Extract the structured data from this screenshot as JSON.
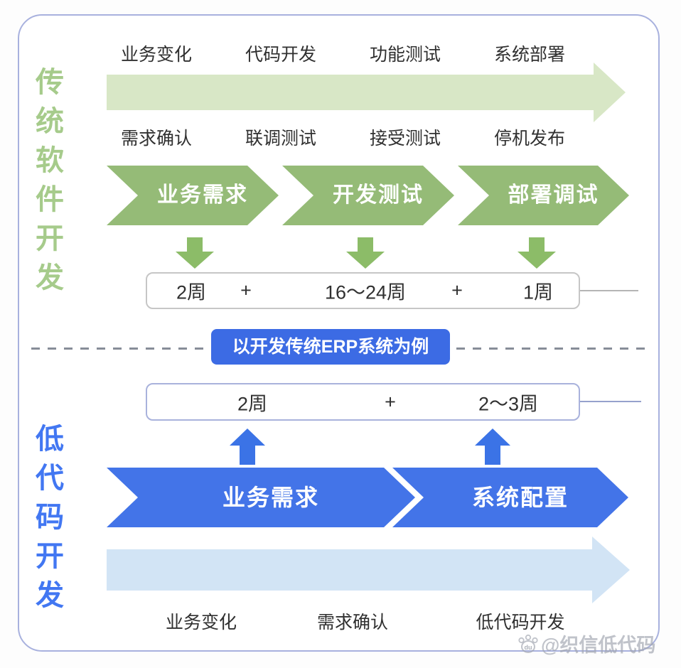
{
  "traditional": {
    "title": "传统软件开发",
    "title_chars": [
      "传",
      "统",
      "软",
      "件",
      "开",
      "发"
    ],
    "top_labels": [
      "业务变化",
      "代码开发",
      "功能测试",
      "系统部署"
    ],
    "mid_labels": [
      "需求确认",
      "联调测试",
      "接受测试",
      "停机发布"
    ],
    "stages": [
      "业务需求",
      "开发测试",
      "部署调试"
    ],
    "durations": [
      "2周",
      "+",
      "16～24周",
      "+",
      "1周"
    ]
  },
  "divider": {
    "badge": "以开发传统ERP系统为例"
  },
  "lowcode": {
    "title": "低代码开发",
    "title_chars": [
      "低",
      "代",
      "码",
      "开",
      "发"
    ],
    "durations": [
      "2周",
      "+",
      "2～3周"
    ],
    "stages": [
      "业务需求",
      "系统配置"
    ],
    "bottom_labels": [
      "业务变化",
      "需求确认",
      "低代码开发"
    ]
  },
  "watermark": {
    "icon": "baidu-paw-icon",
    "icon_text": "du",
    "text": "@织信低代码"
  },
  "colors": {
    "card_border": "#a8b1de",
    "traditional_accent": "#95bb77",
    "traditional_light_arrow": "#d8e7c6",
    "traditional_small_arrow": "#8cbc68",
    "traditional_title": "#a6cb8b",
    "lowcode_accent": "#4374e8",
    "lowcode_light_arrow": "#d2e4f5",
    "lowcode_title": "#4277f2",
    "badge_bg": "#3c6be4",
    "label_text": "#303030",
    "chevron_text": "#ffffff"
  }
}
